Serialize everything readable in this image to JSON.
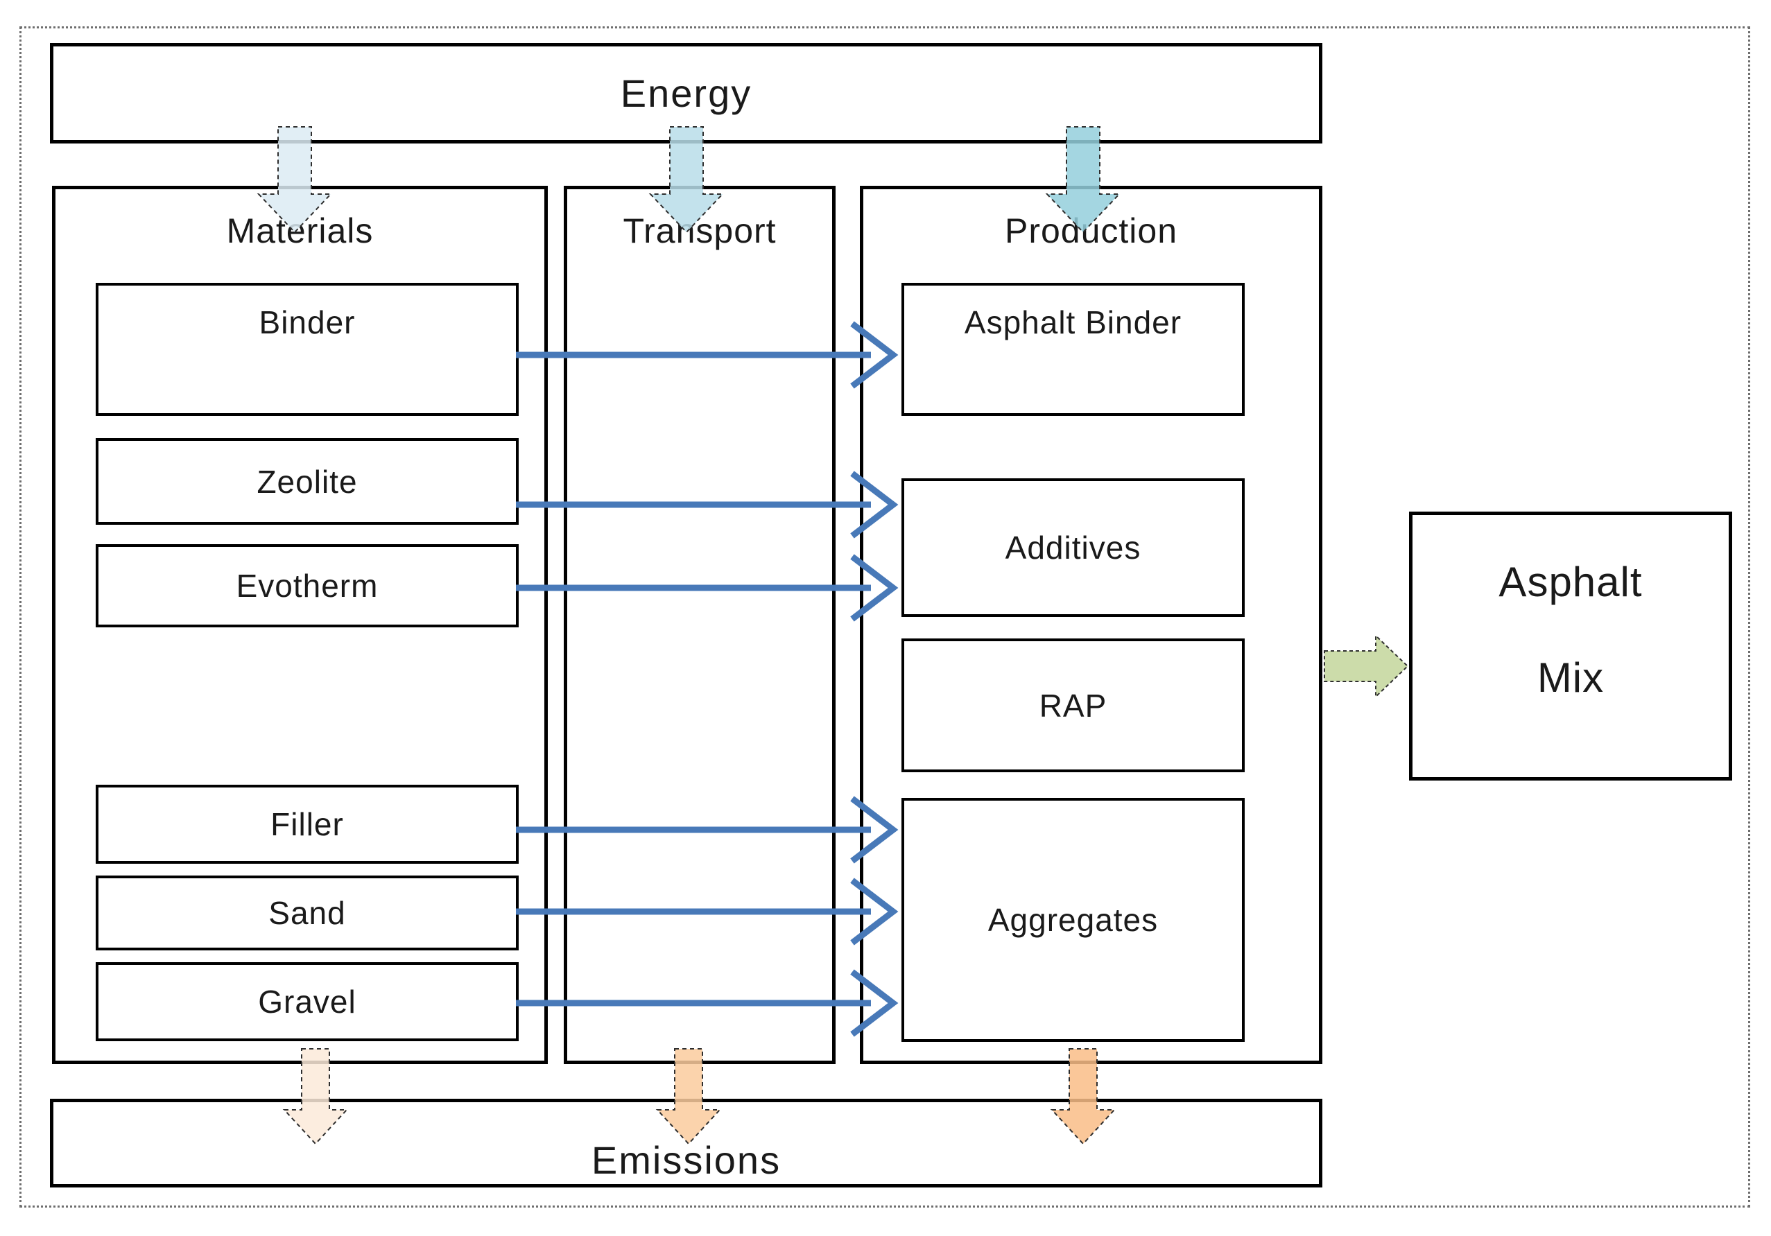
{
  "energy": {
    "label": "Energy"
  },
  "emissions": {
    "label": "Emissions"
  },
  "output_box": {
    "line1": "Asphalt",
    "line2": "Mix"
  },
  "columns": {
    "materials": {
      "title": "Materials",
      "items": [
        "Binder",
        "Zeolite",
        "Evotherm",
        "Filler",
        "Sand",
        "Gravel"
      ]
    },
    "transport": {
      "title": "Transport"
    },
    "production": {
      "title": "Production",
      "items": [
        "Asphalt Binder",
        "Additives",
        "RAP",
        "Aggregates"
      ]
    }
  },
  "colors": {
    "energy_arrow_materials": "#DCEBF3",
    "energy_arrow_transport": "#B9DDE9",
    "energy_arrow_production": "#94CFDC",
    "emission_arrow_materials": "#FCEAD9",
    "emission_arrow_transport": "#FACB9E",
    "emission_arrow_production": "#F9BD87",
    "flow_arrow_blue": "#4879B8",
    "output_arrow_green": "#C3D69B",
    "box_border": "#000000",
    "outer_border": "#6E6E6E",
    "text": "#1A1A1A"
  }
}
